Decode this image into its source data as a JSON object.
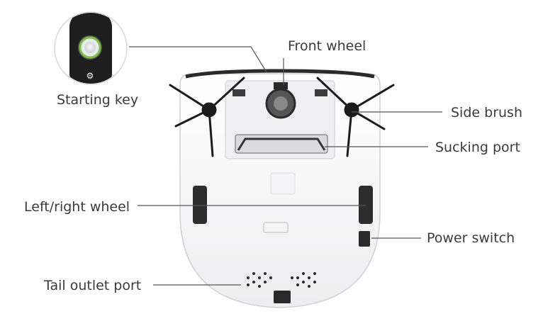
{
  "labels": {
    "starting_key": "Starting key",
    "front_wheel": "Front wheel",
    "side_brush": "Side brush",
    "sucking_port": "Sucking port",
    "left_right_wheel": "Left/right wheel",
    "power_switch": "Power switch",
    "tail_outlet_port": "Tail outlet port"
  },
  "colors": {
    "body": "#f2f3f4",
    "outline": "#cfd2d5",
    "dark": "#2a2a2a",
    "accent_green": "#7dc143",
    "leader": "#555555"
  },
  "icons": {
    "inset": "starting-key-closeup-icon",
    "robot": "robot-vacuum-underside-icon"
  }
}
